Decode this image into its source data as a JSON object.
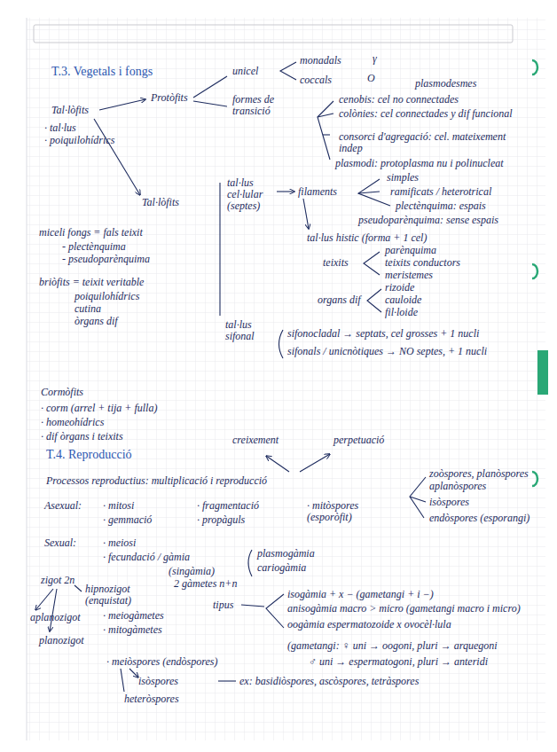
{
  "diagram": {
    "labels": [
      "T.3. Vegetals i fongs",
      "Protòfits",
      "unicel",
      "monadals",
      "γ",
      "coccals",
      "O",
      "formes de transició",
      "plasmodesmes",
      "cenobis: cel no connectades",
      "colònies: cel connectades y dif funcional",
      "consorci d'agregació: cel. mateixement indep",
      "plasmodi: protoplasma nu i polinucleat",
      "Tal·lòfits",
      "· tal·lus",
      "· poiquilohídrics",
      "Tal·lòfits",
      "tal·lus cel·lular (septes)",
      "filaments",
      "simples",
      "ramificats / heterotrical",
      "plectènquima: espais",
      "pseudoparènquima: sense espais",
      "tal·lus histic (forma + 1 cel)",
      "teixits",
      "parènquima",
      "teixits conductors",
      "meristemes",
      "organs dif",
      "rizoide",
      "cauloide",
      "fil·loide",
      "miceli fongs = fals teixit",
      "- plectènquima",
      "- pseudoparènquima",
      "briòfits = teixit veritable",
      "poiquilohídrics",
      "cutina",
      "òrgans dif",
      "tal·lus sifonal",
      "sifonocladal → septats, cel grosses + 1 nucli",
      "sifonals / unicnòtiques → NO septes, + 1 nucli",
      "Cormòfits",
      "· corm (arrel + tija + fulla)",
      "· homeohídrics",
      "· dif òrgans i teixits",
      "T.4. Reproducció",
      "creixement",
      "perpetuació",
      "Processos reproductius: multiplicació i reproducció",
      "Asexual:",
      "· mitosi",
      "· gemmació",
      "· fragmentació",
      "· propàguls",
      "· mitòspores (esporòfit)",
      "zoòspores, planòspores",
      "aplanòspores",
      "isòspores",
      "endòspores (esporangi)",
      "Sexual:",
      "· meiosi",
      "· fecundació / gàmia",
      "(singàmia)",
      "plasmogàmia",
      "cariogàmia",
      "2 gàmetes n+n",
      "zigot 2n",
      "hipnozigot (enquistat)",
      "aplanozigot",
      "planozigot",
      "tipus",
      "isogàmia + x − (gametangi + i −)",
      "anisogàmia macro > micro (gametangi macro i micro)",
      "oogàmia espermatozoide x ovocèl·lula",
      "(gametangi: ♀ uni → oogoni, pluri → arquegoni",
      "♂ uni → espermatogoni, pluri → anteridi",
      "· meiogàmetes",
      "· mitogàmetes",
      "· meiòspores (endòspores)",
      "isòspores",
      "heteròspores",
      "ex: basidiòspores, ascòspores, tetràspores"
    ]
  }
}
